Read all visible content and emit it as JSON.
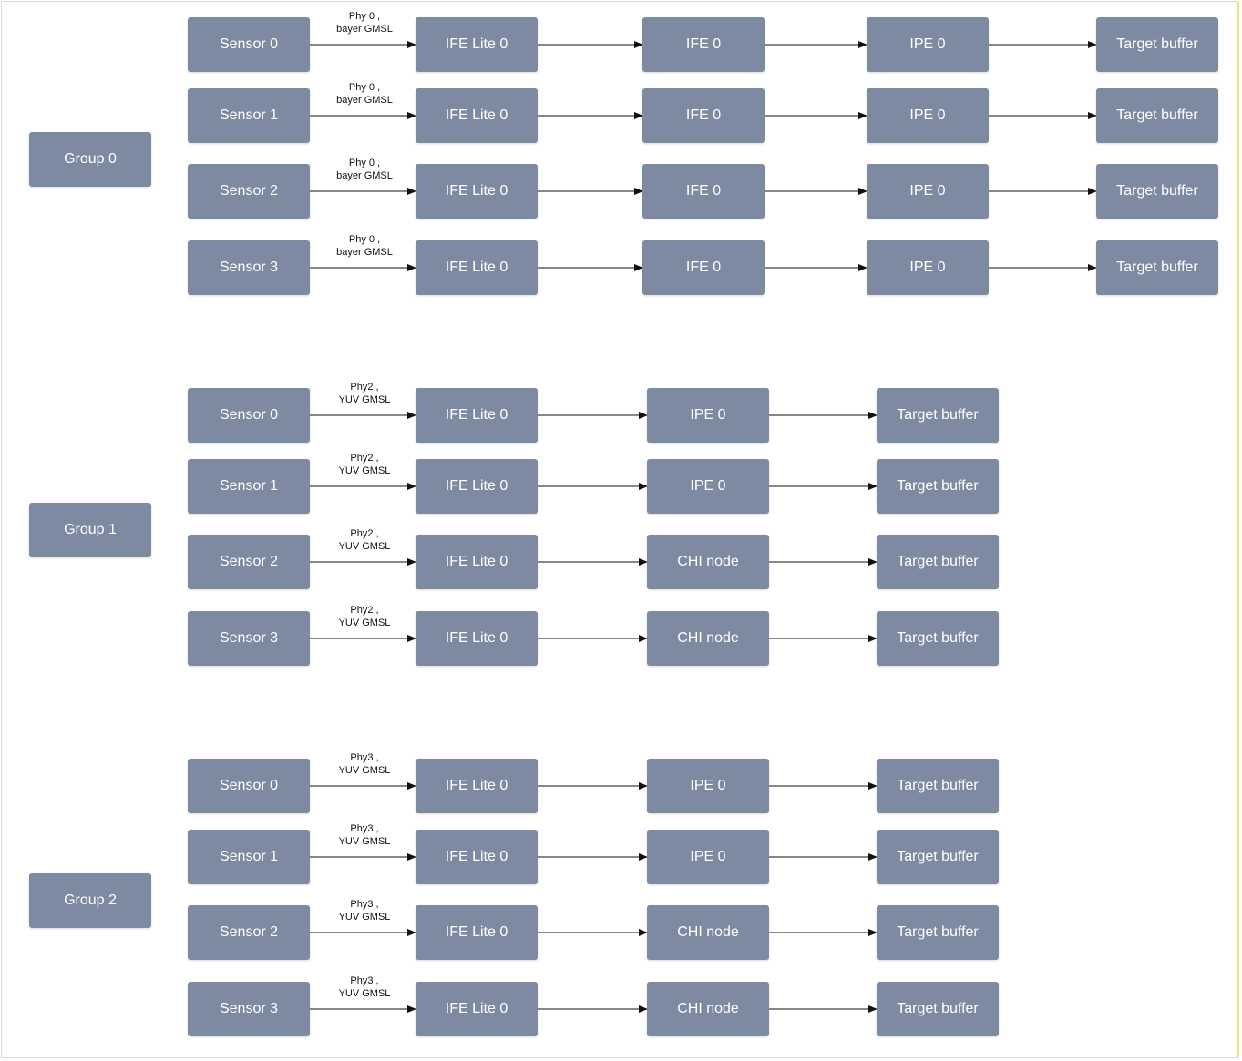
{
  "colors": {
    "node_fill": "#7e8aa2",
    "node_text": "#ffffff",
    "edge": "#111111"
  },
  "groups": [
    {
      "label": "Group 0",
      "rows": [
        {
          "sensor": "Sensor 0",
          "link": [
            "Phy 0 ,",
            "bayer GMSL"
          ],
          "nodes": [
            "IFE Lite 0",
            "IFE 0",
            "IPE 0",
            "Target buffer"
          ]
        },
        {
          "sensor": "Sensor 1",
          "link": [
            "Phy 0 ,",
            "bayer GMSL"
          ],
          "nodes": [
            "IFE Lite 0",
            "IFE 0",
            "IPE 0",
            "Target buffer"
          ]
        },
        {
          "sensor": "Sensor 2",
          "link": [
            "Phy 0 ,",
            "bayer GMSL"
          ],
          "nodes": [
            "IFE Lite 0",
            "IFE 0",
            "IPE 0",
            "Target buffer"
          ]
        },
        {
          "sensor": "Sensor 3",
          "link": [
            "Phy 0 ,",
            "bayer GMSL"
          ],
          "nodes": [
            "IFE Lite 0",
            "IFE 0",
            "IPE 0",
            "Target buffer"
          ]
        }
      ]
    },
    {
      "label": "Group 1",
      "rows": [
        {
          "sensor": "Sensor 0",
          "link": [
            "Phy2 ,",
            "YUV GMSL"
          ],
          "nodes": [
            "IFE Lite 0",
            "IPE 0",
            "Target buffer"
          ]
        },
        {
          "sensor": "Sensor 1",
          "link": [
            "Phy2 ,",
            "YUV GMSL"
          ],
          "nodes": [
            "IFE Lite 0",
            "IPE 0",
            "Target buffer"
          ]
        },
        {
          "sensor": "Sensor 2",
          "link": [
            "Phy2 ,",
            "YUV GMSL"
          ],
          "nodes": [
            "IFE Lite 0",
            "CHI node",
            "Target buffer"
          ]
        },
        {
          "sensor": "Sensor 3",
          "link": [
            "Phy2 ,",
            "YUV GMSL"
          ],
          "nodes": [
            "IFE Lite 0",
            "CHI node",
            "Target buffer"
          ]
        }
      ]
    },
    {
      "label": "Group 2",
      "rows": [
        {
          "sensor": "Sensor 0",
          "link": [
            "Phy3 ,",
            "YUV GMSL"
          ],
          "nodes": [
            "IFE Lite 0",
            "IPE 0",
            "Target buffer"
          ]
        },
        {
          "sensor": "Sensor 1",
          "link": [
            "Phy3 ,",
            "YUV GMSL"
          ],
          "nodes": [
            "IFE Lite 0",
            "IPE 0",
            "Target buffer"
          ]
        },
        {
          "sensor": "Sensor 2",
          "link": [
            "Phy3 ,",
            "YUV GMSL"
          ],
          "nodes": [
            "IFE Lite 0",
            "CHI node",
            "Target buffer"
          ]
        },
        {
          "sensor": "Sensor 3",
          "link": [
            "Phy3 ,",
            "YUV GMSL"
          ],
          "nodes": [
            "IFE Lite 0",
            "CHI node",
            "Target buffer"
          ]
        }
      ]
    }
  ]
}
